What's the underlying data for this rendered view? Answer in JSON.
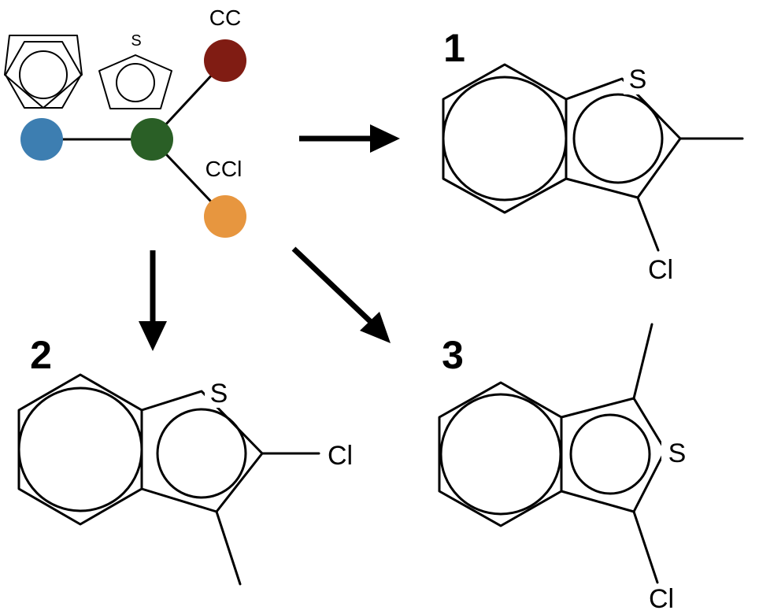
{
  "fragments": {
    "cc_label": "CC",
    "ccl_label": "CCl",
    "thiophene_s": "S"
  },
  "node_colors": {
    "phenyl": "#3D7EB1",
    "center": "#2A5F26",
    "methyl": "#801C13",
    "chloromethyl": "#E7963F"
  },
  "products": [
    {
      "number": "1",
      "sulfur": "S",
      "chlorine": "Cl"
    },
    {
      "number": "2",
      "sulfur": "S",
      "chlorine": "Cl"
    },
    {
      "number": "3",
      "sulfur": "S",
      "chlorine": "Cl"
    }
  ]
}
